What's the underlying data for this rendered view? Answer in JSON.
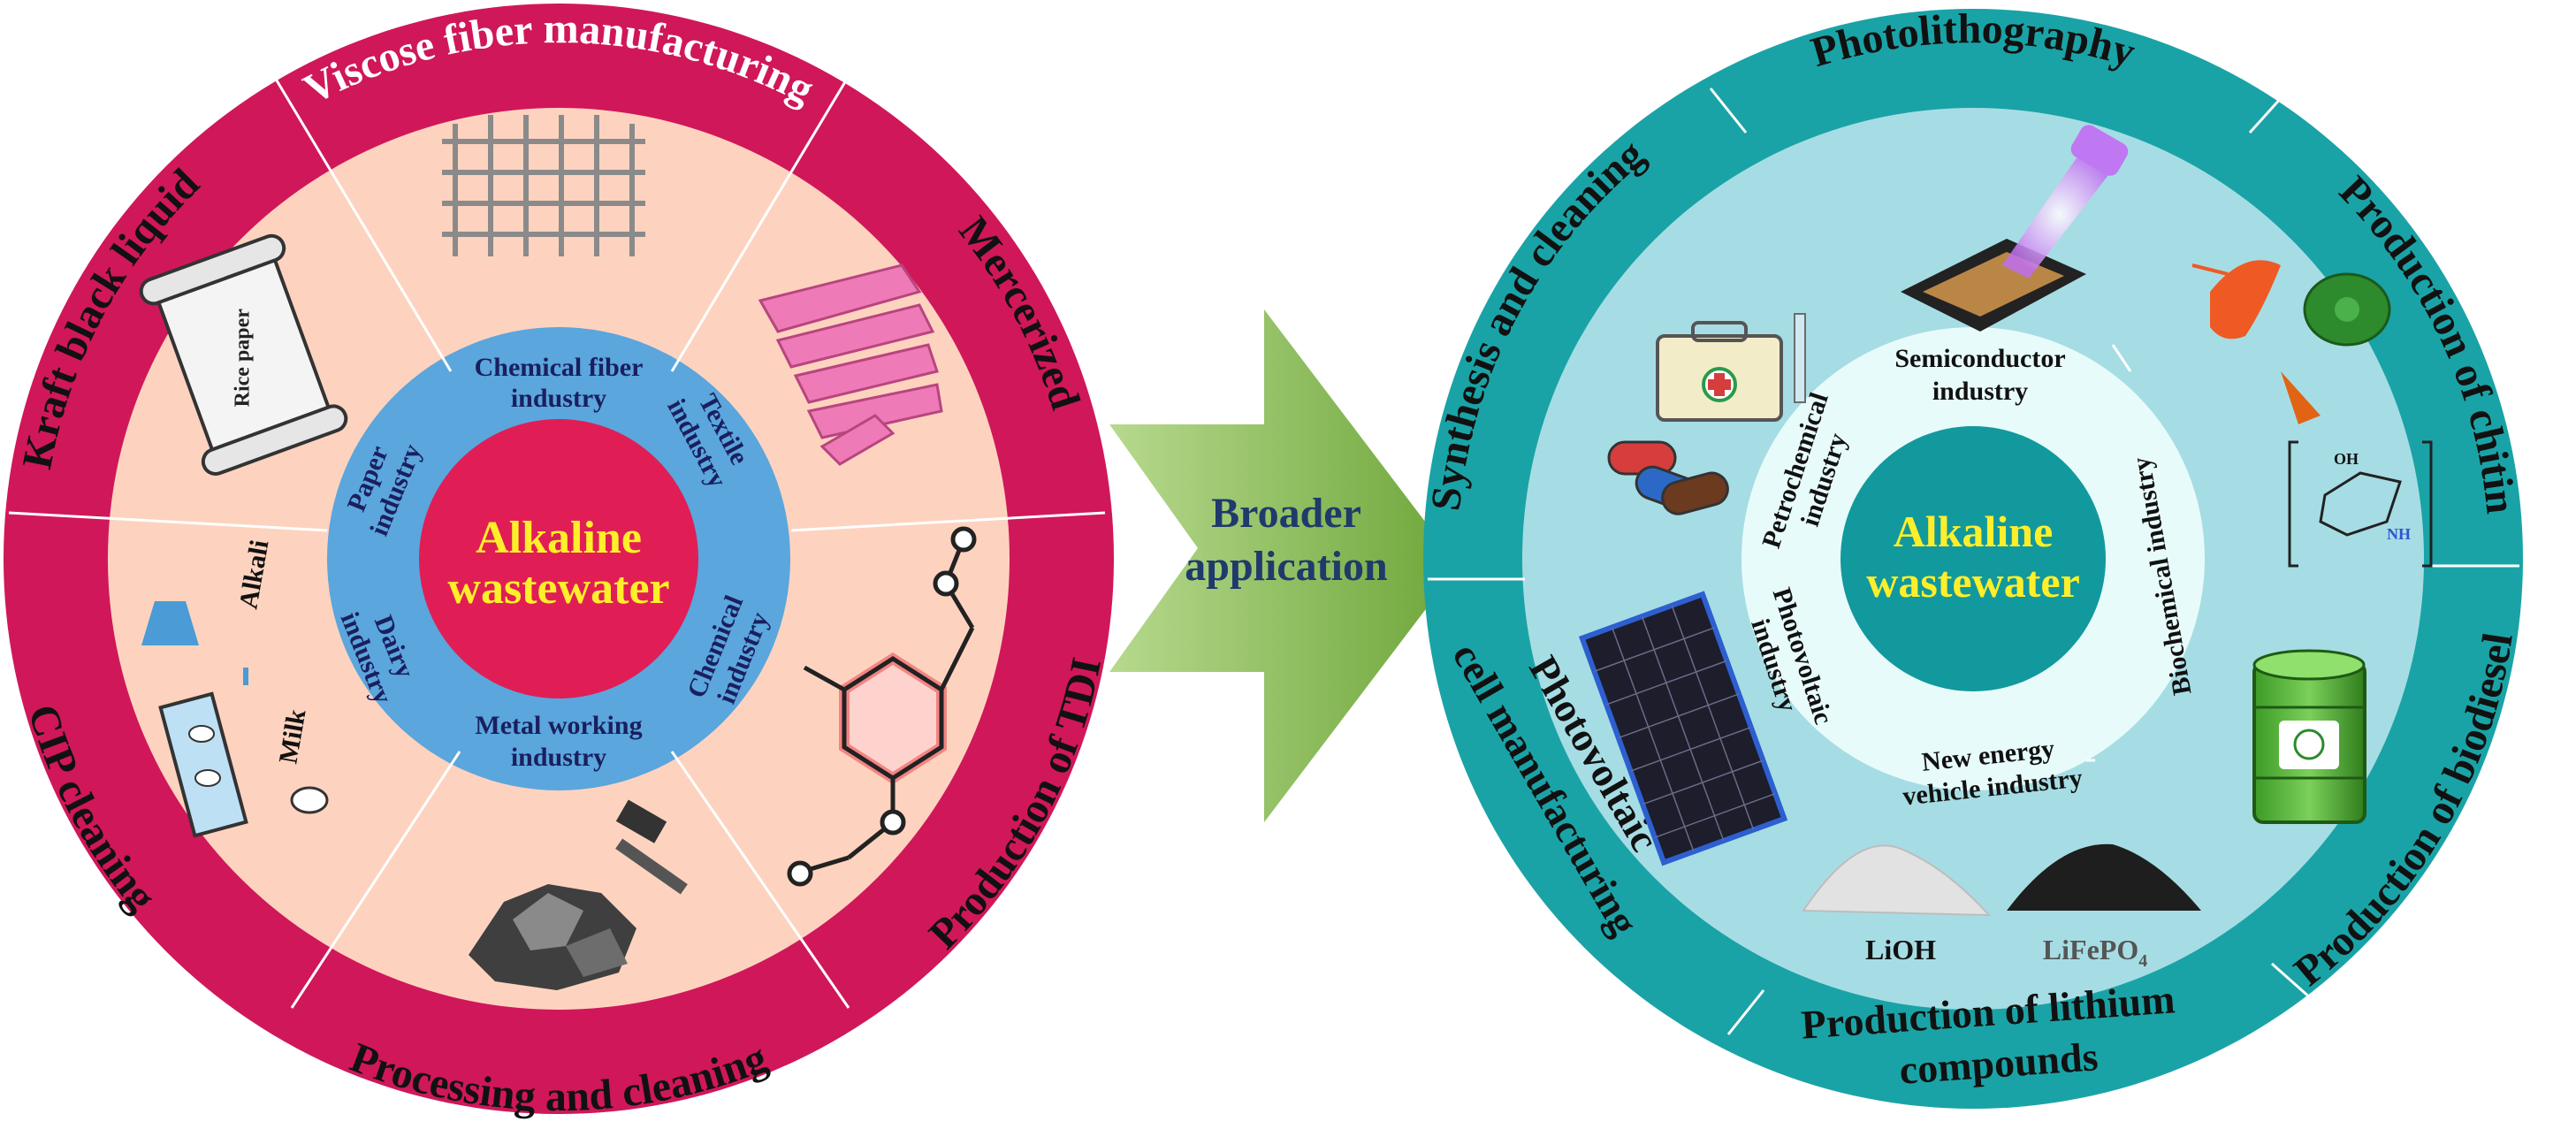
{
  "left": {
    "center": [
      "Alkaline",
      "wastewater"
    ],
    "inner_ring": [
      [
        "Chemical fiber",
        "industry"
      ],
      [
        "Textile",
        "industry"
      ],
      [
        "Chemical",
        "industry"
      ],
      [
        "Metal working",
        "industry"
      ],
      [
        "Dairy",
        "industry"
      ],
      [
        "Paper",
        "industry"
      ]
    ],
    "outer_ring": [
      "Viscose fiber manufacturing",
      "Mercerized",
      "Production of TDI",
      "Processing and cleaning",
      "CIP cleaning",
      "Kraft black liquid"
    ],
    "icon_texts": {
      "rice_paper": "Rice paper",
      "alkali": "Alkali",
      "milk": "Milk"
    }
  },
  "arrow": [
    "Broader",
    "application"
  ],
  "right": {
    "center": [
      "Alkaline",
      "wastewater"
    ],
    "inner_ring": [
      [
        "Semiconductor",
        "industry"
      ],
      [
        "Biochemical industry"
      ],
      [
        "New energy",
        "vehicle industry"
      ],
      [
        "Photovoltaic",
        "industry"
      ],
      [
        "Petrochemical",
        "industry"
      ]
    ],
    "outer_ring": [
      "Photolithography",
      "Production of chitin",
      "Production of biodiesel",
      [
        "Production of lithium",
        "compounds"
      ],
      [
        "Photovoltaic",
        "cell manufacturing"
      ],
      "Synthesis and cleaning"
    ],
    "icon_texts": {
      "lioh": "LiOH",
      "lifepo4": "LiFePO",
      "lifepo4_sub": "4"
    }
  },
  "colors": {
    "left_outer": "#d0175a",
    "left_middle": "#fdd3bf",
    "left_inner_ring": "#5aa6dd",
    "left_core": "#e01e55",
    "right_outer": "#1aa3a6",
    "right_middle": "#a6dde4",
    "right_inner_ring": "#e8fbfb",
    "right_core": "#12999d",
    "core_text": "#ffef2a",
    "arrow_fill": "#88b851",
    "arrow_text": "#1f3a6b"
  }
}
